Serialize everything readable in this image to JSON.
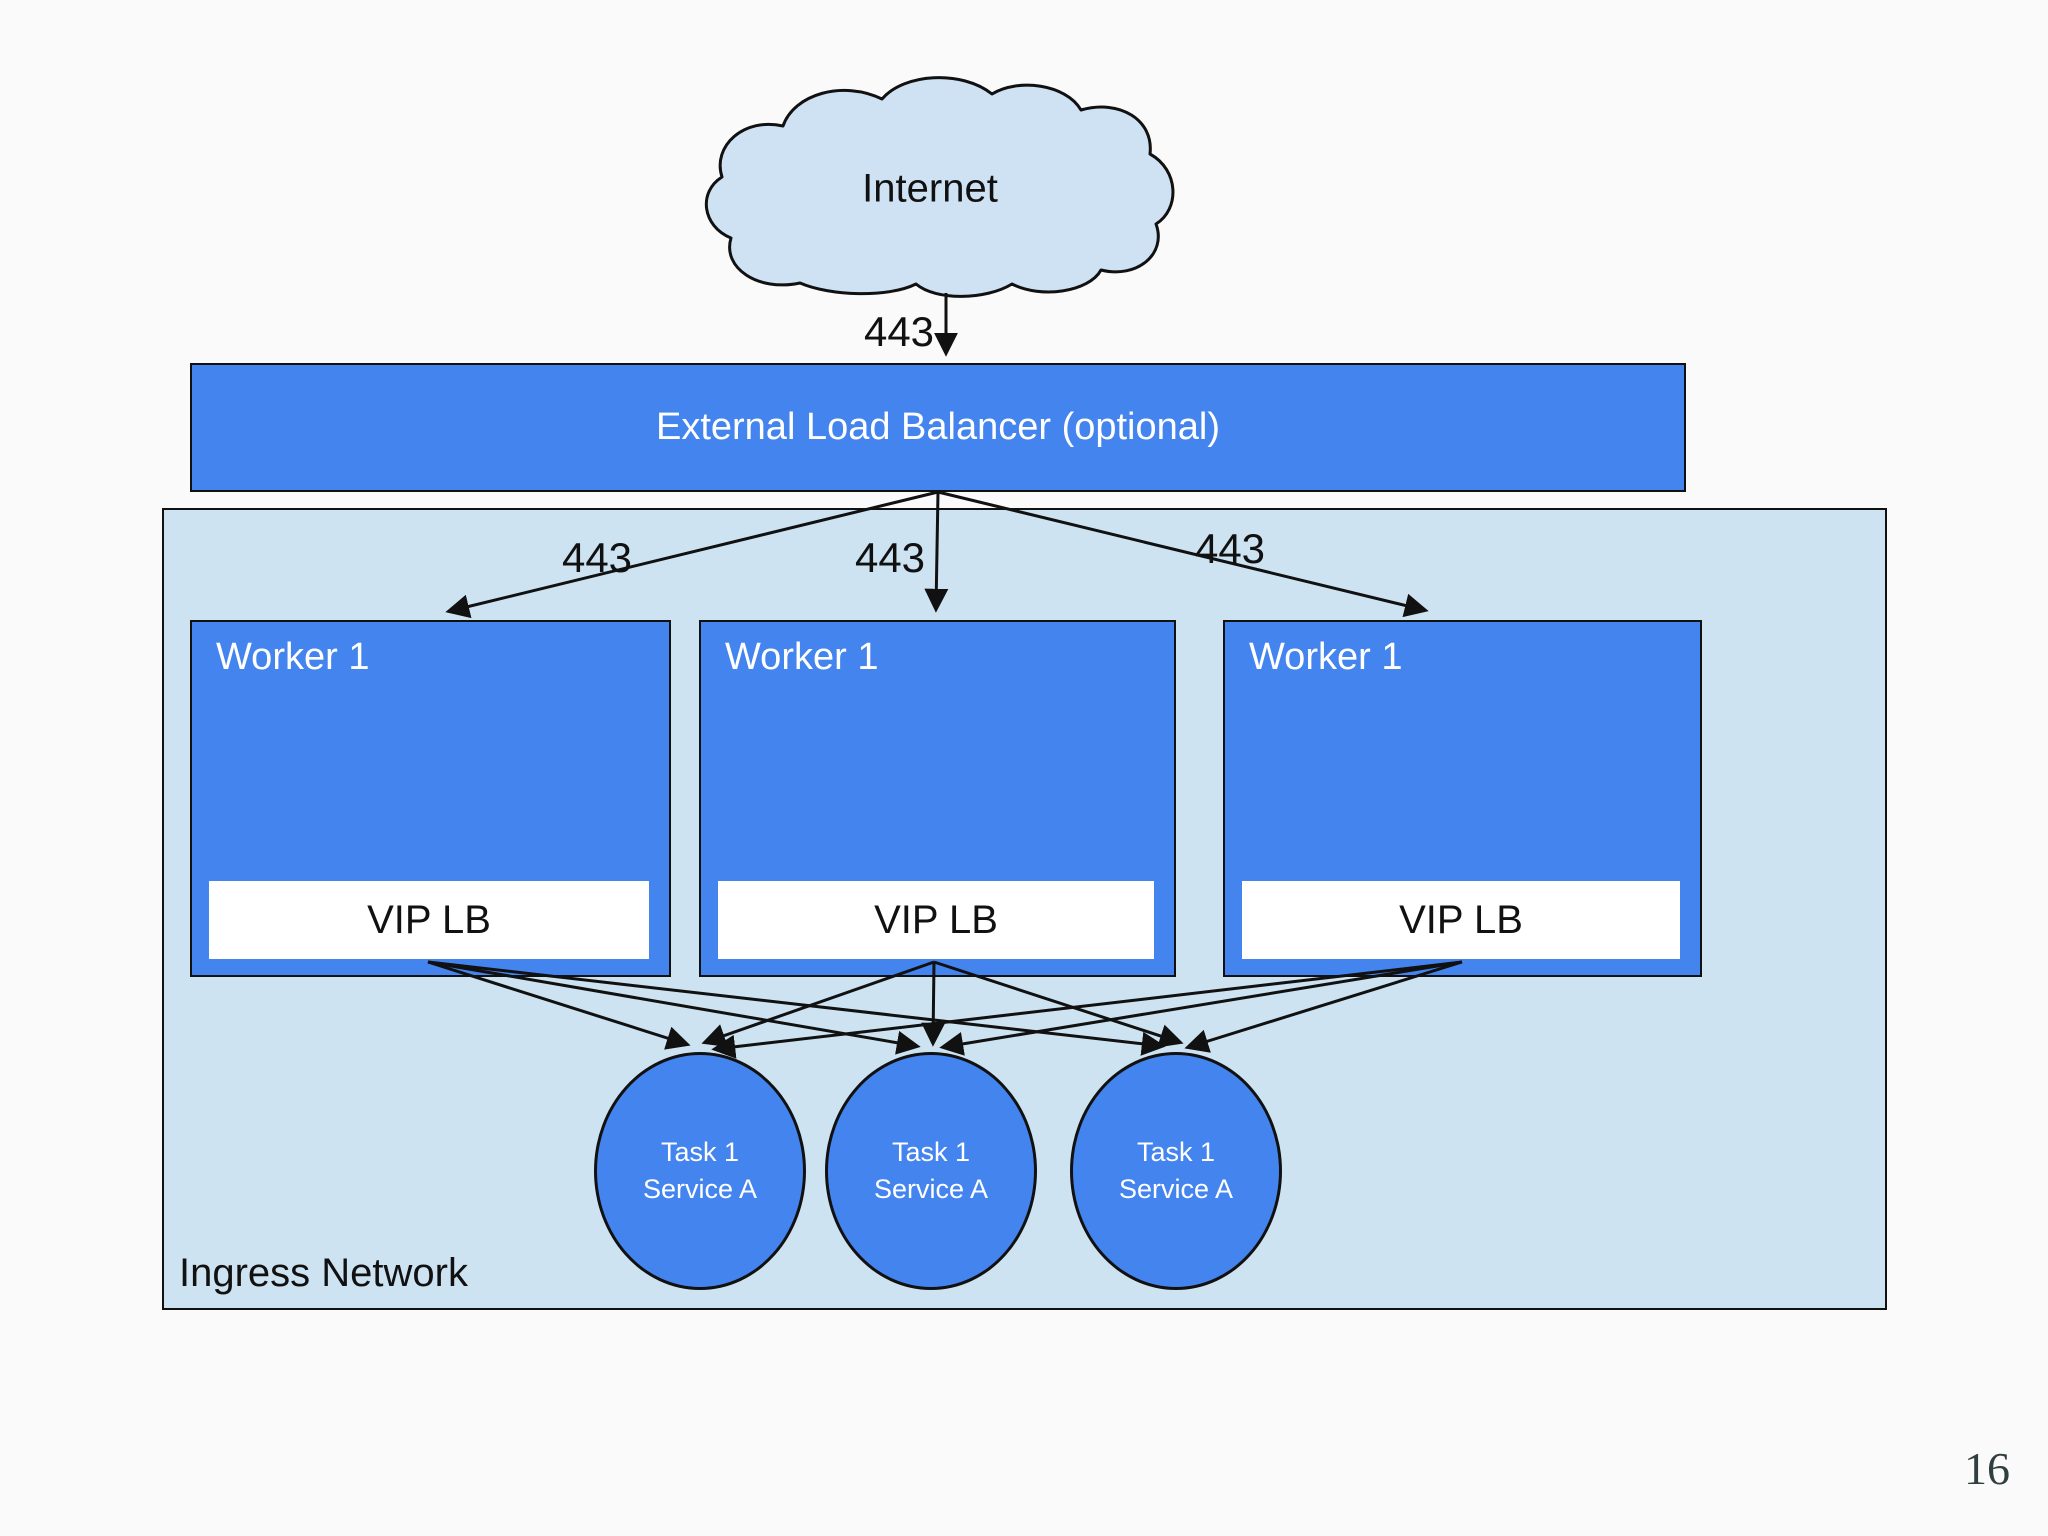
{
  "page": {
    "number": "16",
    "background_color": "#fafafa"
  },
  "diagram": {
    "internet_label": "Internet",
    "elb_label": "External Load Balancer (optional)",
    "ingress_label": "Ingress Network",
    "port_labels": {
      "cloud_to_elb": "443",
      "elb_to_worker_1": "443",
      "elb_to_worker_2": "443",
      "elb_to_worker_3": "443"
    },
    "workers": [
      {
        "label": "Worker 1",
        "vip_label": "VIP LB"
      },
      {
        "label": "Worker 1",
        "vip_label": "VIP LB"
      },
      {
        "label": "Worker 1",
        "vip_label": "VIP LB"
      }
    ],
    "tasks": [
      {
        "line1": "Task 1",
        "line2": "Service A"
      },
      {
        "line1": "Task 1",
        "line2": "Service A"
      },
      {
        "line1": "Task 1",
        "line2": "Service A"
      }
    ],
    "colors": {
      "node_blue": "#4484ef",
      "ingress_background": "#cde3f1",
      "cloud_fill": "#cfe2f3",
      "line_stroke": "#111111",
      "node_text": "#ffffff",
      "page_number": "#2f3e3e"
    }
  }
}
